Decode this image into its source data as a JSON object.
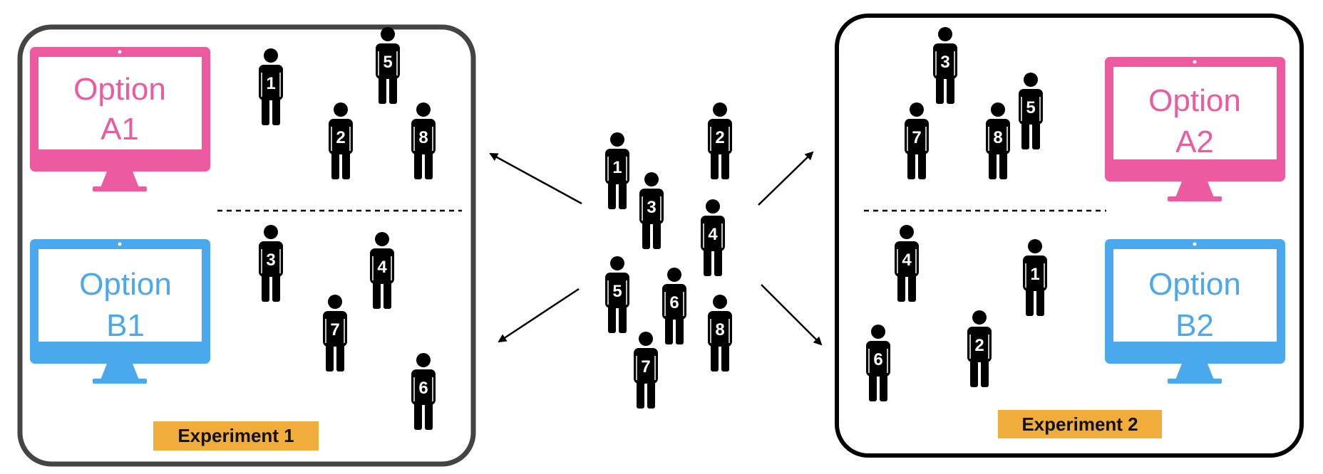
{
  "colors": {
    "option_a": "#ec5aa0",
    "option_b": "#4aa8ec",
    "label_bg": "#f0ad3c",
    "figure": "#000000"
  },
  "experiment_1": {
    "label": "Experiment 1",
    "option_a": {
      "line1": "Option",
      "line2": "A1"
    },
    "option_b": {
      "line1": "Option",
      "line2": "B1"
    },
    "group_a": [
      "1",
      "5",
      "2",
      "8"
    ],
    "group_b": [
      "3",
      "4",
      "7",
      "6"
    ]
  },
  "experiment_2": {
    "label": "Experiment 2",
    "option_a": {
      "line1": "Option",
      "line2": "A2"
    },
    "option_b": {
      "line1": "Option",
      "line2": "B2"
    },
    "group_a": [
      "3",
      "7",
      "8",
      "5"
    ],
    "group_b": [
      "4",
      "1",
      "6",
      "2"
    ]
  },
  "population": [
    "1",
    "2",
    "3",
    "4",
    "5",
    "6",
    "8",
    "7"
  ],
  "icons": {
    "person": "person-icon",
    "monitor": "monitor-icon",
    "arrow": "arrow-icon"
  }
}
